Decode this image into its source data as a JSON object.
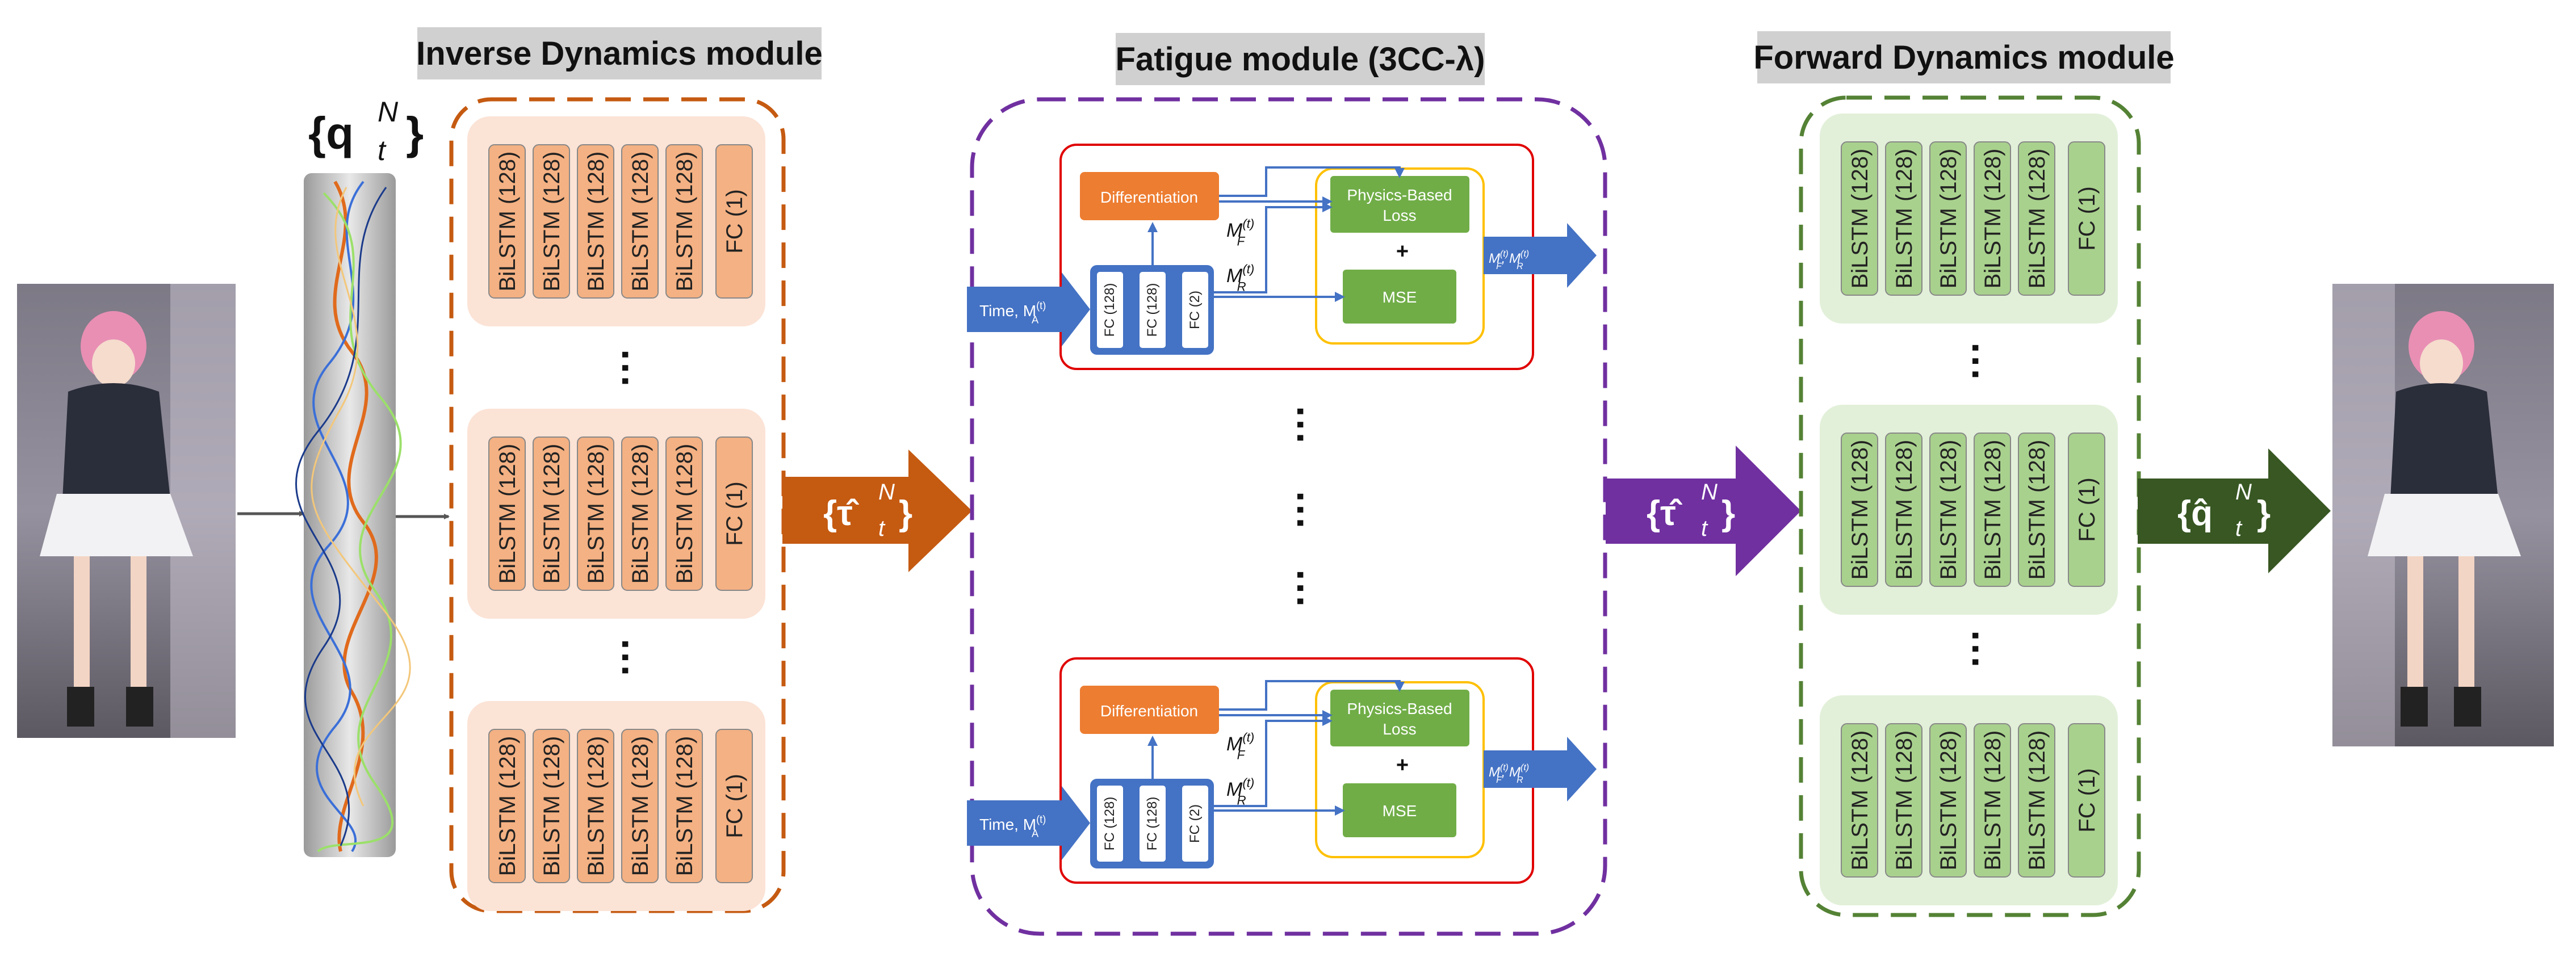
{
  "modules": {
    "inverse": {
      "title": "Inverse Dynamics module"
    },
    "fatigue": {
      "title": "Fatigue module (3CC-λ)"
    },
    "forward": {
      "title": "Forward Dynamics module"
    }
  },
  "layers": {
    "bilstm": "BiLSTM (128)",
    "fc_out": "FC (1)",
    "fc128": "FC (128)",
    "fc2": "FC (2)"
  },
  "fatigue_block": {
    "differentiation": "Differentiation",
    "physics_loss_l1": "Physics-Based",
    "physics_loss_l2": "Loss",
    "mse": "MSE",
    "plus": "+",
    "input_label": "Time, M",
    "input_sub": "A",
    "sup_t": "(t)",
    "mf_label": "M",
    "mf_sub": "F",
    "mr_label": "M",
    "mr_sub": "R",
    "comma": ", ",
    "ellipsis": "···"
  },
  "symbols": {
    "q_input": "{q",
    "tau_hat": "{τ̂",
    "tau_hathat": "{τ̂̂",
    "q_hat": "{q̂",
    "sup_N": "N",
    "sub_t": "t",
    "close_brace": "}"
  },
  "colors": {
    "inverse_accent": "#c55a11",
    "inverse_fill": "#fbe3d6",
    "inverse_layer": "#f4b183",
    "fatigue_accent": "#7030a0",
    "forward_accent": "#548235",
    "forward_fill": "#e2f0d9",
    "forward_layer": "#a9d18e",
    "blue": "#4472c4",
    "orange": "#ed7d31",
    "green": "#70ad47",
    "red": "#e00000",
    "yellow": "#ffc000",
    "dark_green_arrow": "#385723"
  }
}
